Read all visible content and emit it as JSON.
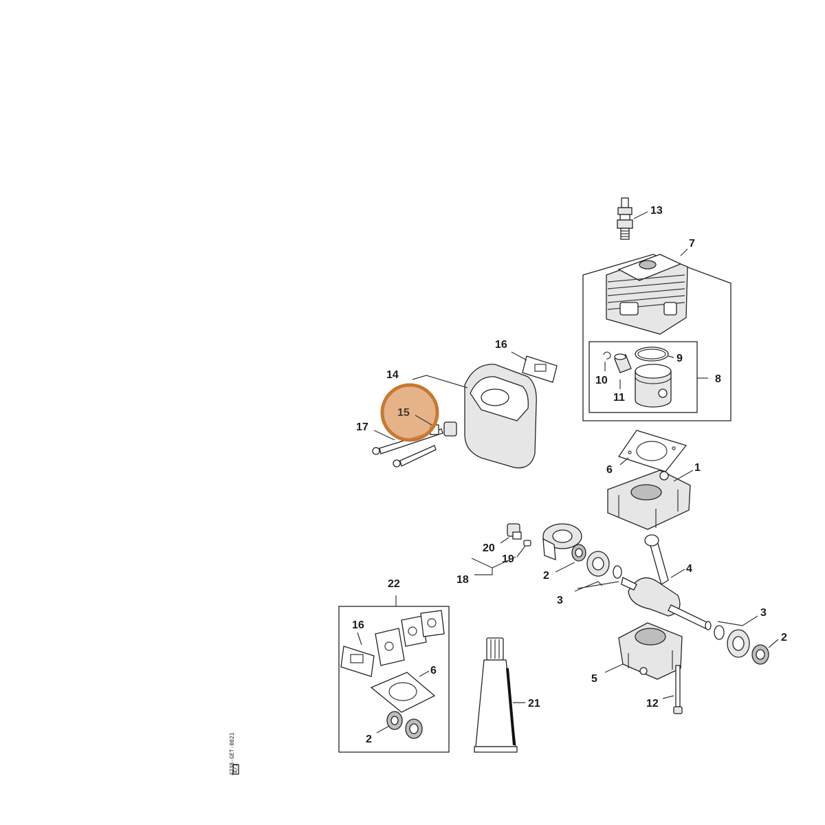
{
  "diagram": {
    "highlight_color": "#c87830",
    "highlighted_part": "15",
    "drawing_code": "4238-GET-0021",
    "drawing_code_box": "4/1",
    "callouts": {
      "c1": "1",
      "c2a": "2",
      "c2b": "2",
      "c2c": "2",
      "c3a": "3",
      "c3b": "3",
      "c4": "4",
      "c5": "5",
      "c6a": "6",
      "c6b": "6",
      "c7": "7",
      "c8": "8",
      "c9": "9",
      "c10": "10",
      "c11": "11",
      "c12": "12",
      "c13": "13",
      "c14": "14",
      "c15": "15",
      "c16a": "16",
      "c16b": "16",
      "c17": "17",
      "c18": "18",
      "c19": "19",
      "c20": "20",
      "c21": "21",
      "c22": "22"
    }
  }
}
